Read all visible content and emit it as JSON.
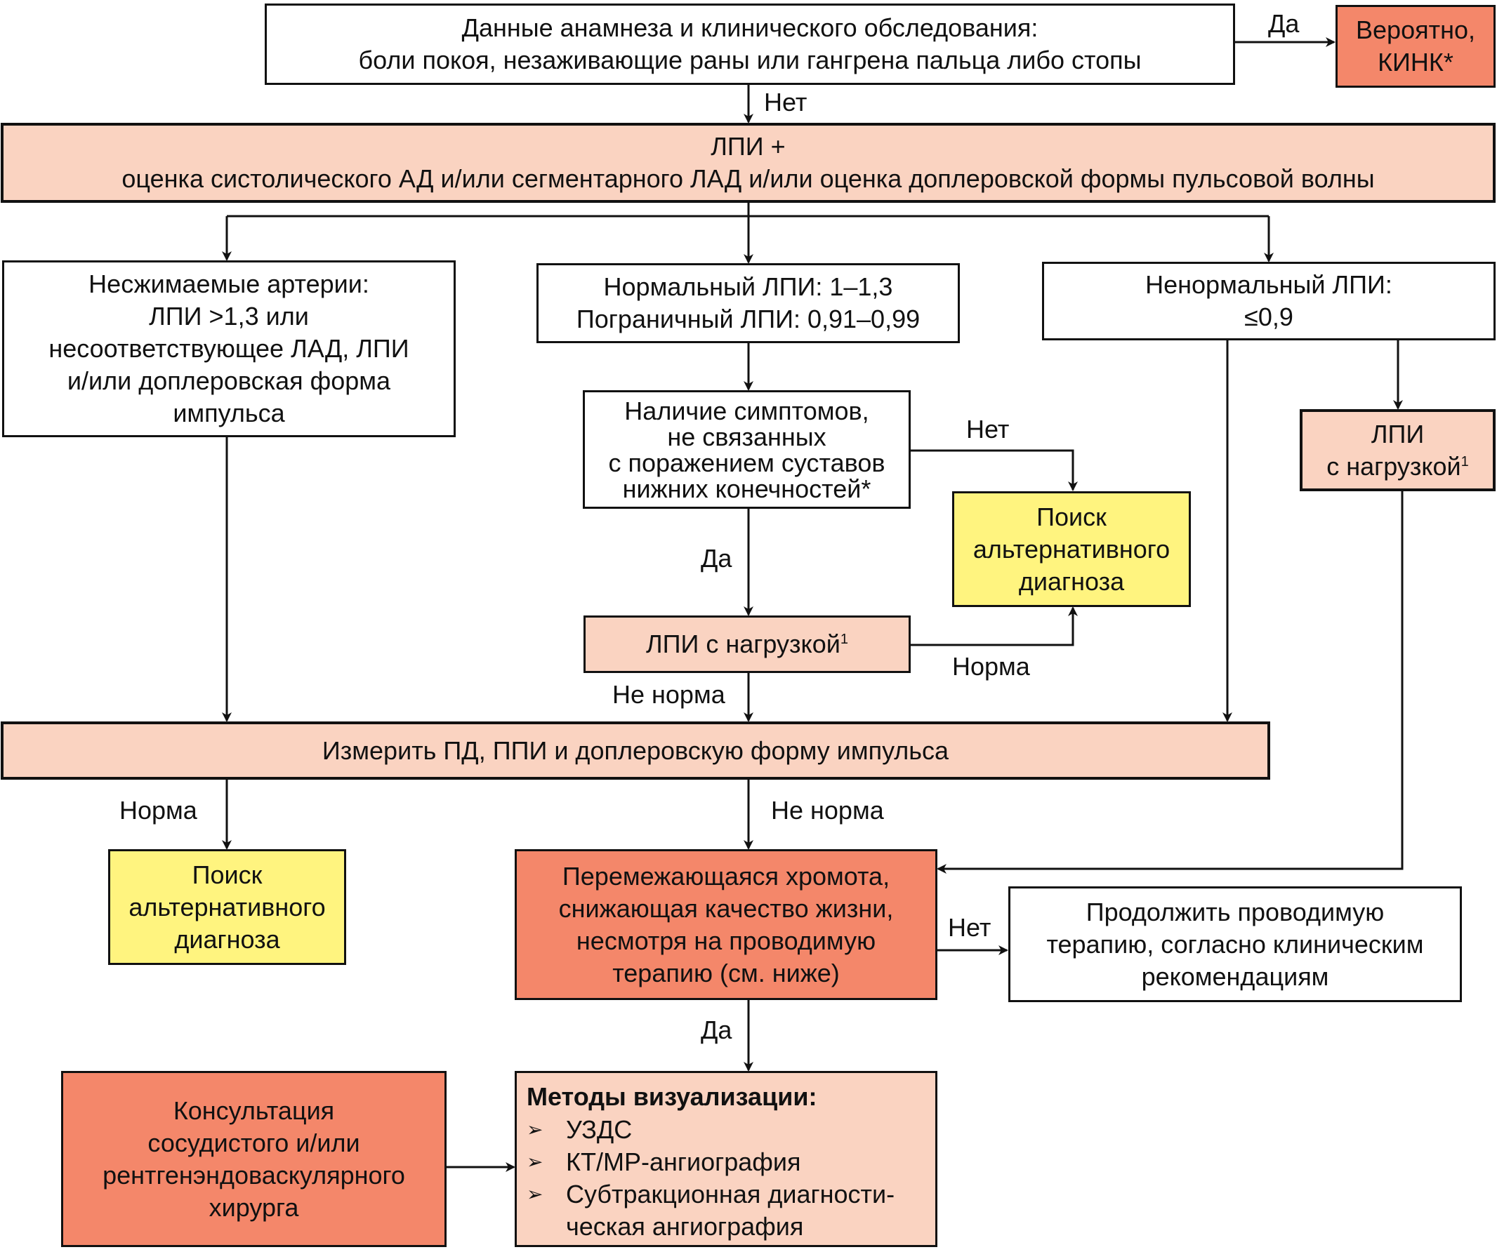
{
  "diagram": {
    "colors": {
      "white_box": "#ffffff",
      "pink_box": "#FAD3C1",
      "salmon_box": "#F4876A",
      "yellow_box": "#FFF47F",
      "line": "#111111"
    },
    "nodes": {
      "history": {
        "lines": [
          "Данные анамнеза и клинического обследования:",
          "боли покоя, незаживающие раны или гангрена пальца либо стопы"
        ]
      },
      "probable_clti": {
        "lines": [
          "Вероятно,",
          "КИНК*"
        ]
      },
      "abi_assessment": {
        "lines": [
          "ЛПИ +",
          "оценка систолического АД и/или сегментарного ЛАД и/или оценка доплеровской формы пульсовой волны"
        ]
      },
      "noncompressible": {
        "lines": [
          "Несжимаемые артерии:",
          "ЛПИ >1,3 или",
          "несоответствующее ЛАД, ЛПИ",
          "и/или доплеровская форма",
          "импульса"
        ]
      },
      "normal_abi": {
        "lines": [
          "Нормальный ЛПИ: 1–1,3",
          "Пограничный ЛПИ: 0,91–0,99"
        ]
      },
      "abnormal_abi": {
        "lines": [
          "Ненормальный ЛПИ:",
          "≤0,9"
        ]
      },
      "symptoms": {
        "lines": [
          "Наличие симптомов,",
          "не связанных",
          "с поражением суставов",
          "нижних конечностей*"
        ]
      },
      "alt_diagnosis_mid": {
        "lines": [
          "Поиск",
          "альтернативного",
          "диагноза"
        ]
      },
      "exercise_abi_mid": {
        "text": "ЛПИ с нагрузкой",
        "sup": "1"
      },
      "exercise_abi_right": {
        "line1": "ЛПИ",
        "line2": "с нагрузкой",
        "sup": "1"
      },
      "measure": {
        "text": "Измерить ПД, ППИ и доплеровскую форму импульса"
      },
      "alt_diagnosis_left": {
        "lines": [
          "Поиск",
          "альтернативного",
          "диагноза"
        ]
      },
      "claudication": {
        "lines": [
          "Перемежающаяся хромота,",
          "снижающая качество жизни,",
          "несмотря на проводимую",
          "терапию (см. ниже)"
        ]
      },
      "continue_therapy": {
        "lines": [
          "Продолжить проводимую",
          "терапию, согласно клиническим",
          "рекомендациям"
        ]
      },
      "consultation": {
        "lines": [
          "Консультация",
          "сосудистого и/или",
          "рентгенэндоваскулярного",
          "хирурга"
        ]
      },
      "imaging": {
        "title": "Методы визуализации:",
        "bullet_icon": "➢",
        "items": [
          {
            "lines": [
              "УЗДС"
            ]
          },
          {
            "lines": [
              "КТ/МР-ангиография"
            ]
          },
          {
            "lines": [
              "Субтракционная диагности-",
              "ческая ангиография"
            ]
          }
        ]
      }
    },
    "edge_labels": {
      "history_yes": "Да",
      "history_no": "Нет",
      "symptoms_no": "Нет",
      "symptoms_yes": "Да",
      "exercise_normal": "Норма",
      "exercise_abnormal": "Не норма",
      "measure_normal": "Норма",
      "measure_abnormal": "Не норма",
      "claudication_no": "Нет",
      "claudication_yes": "Да"
    }
  }
}
